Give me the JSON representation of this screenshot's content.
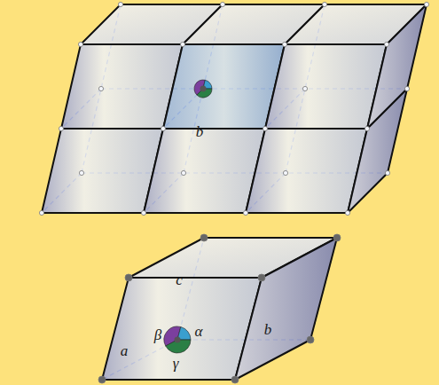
{
  "diagram": {
    "labels": [
      "b",
      "c",
      "β",
      "α",
      "b",
      "a",
      "γ"
    ]
  }
}
